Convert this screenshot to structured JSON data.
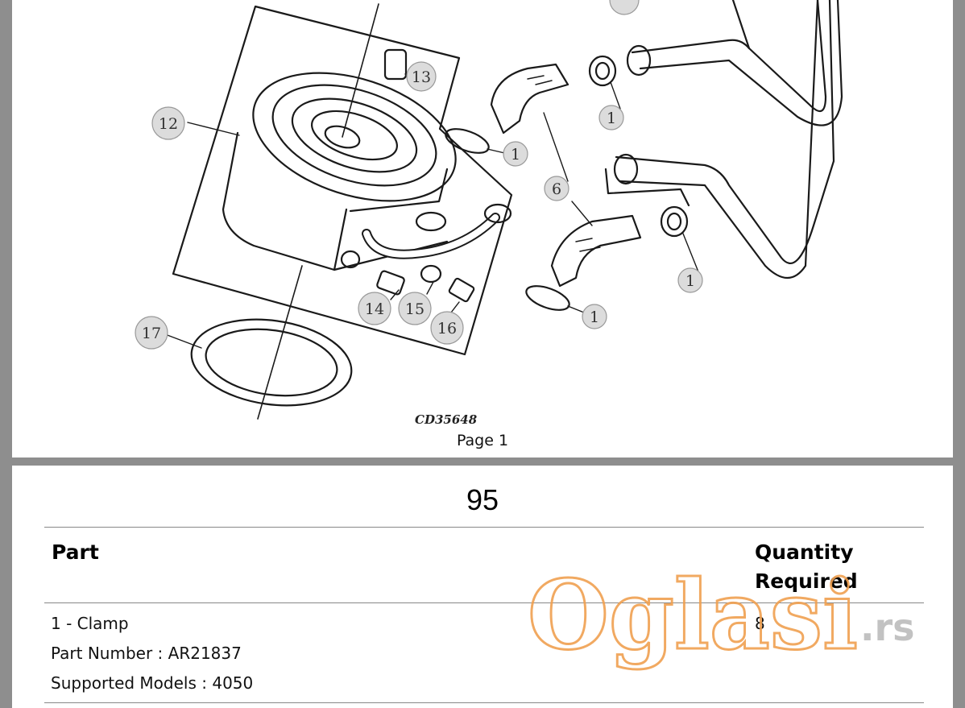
{
  "diagram": {
    "code": "CD35648",
    "callouts": {
      "c1a": "1",
      "c1b": "1",
      "c1c": "1",
      "c1d": "1",
      "c6": "6",
      "c12": "12",
      "c13": "13",
      "c14": "14",
      "c15": "15",
      "c16": "16",
      "c17": "17"
    }
  },
  "page1": {
    "label": "Page 1"
  },
  "page2": {
    "number": "95",
    "table": {
      "headers": {
        "part": "Part",
        "quantity_line1": "Quantity",
        "quantity_line2": "Required"
      },
      "rows": [
        {
          "part": "1 - Clamp",
          "part_number": "Part Number : AR21837",
          "models": "Supported Models : 4050",
          "quantity": "8"
        }
      ]
    }
  },
  "watermark": {
    "brand": "Oglasi",
    "suffix": ".rs",
    "color": "#f0a050"
  }
}
